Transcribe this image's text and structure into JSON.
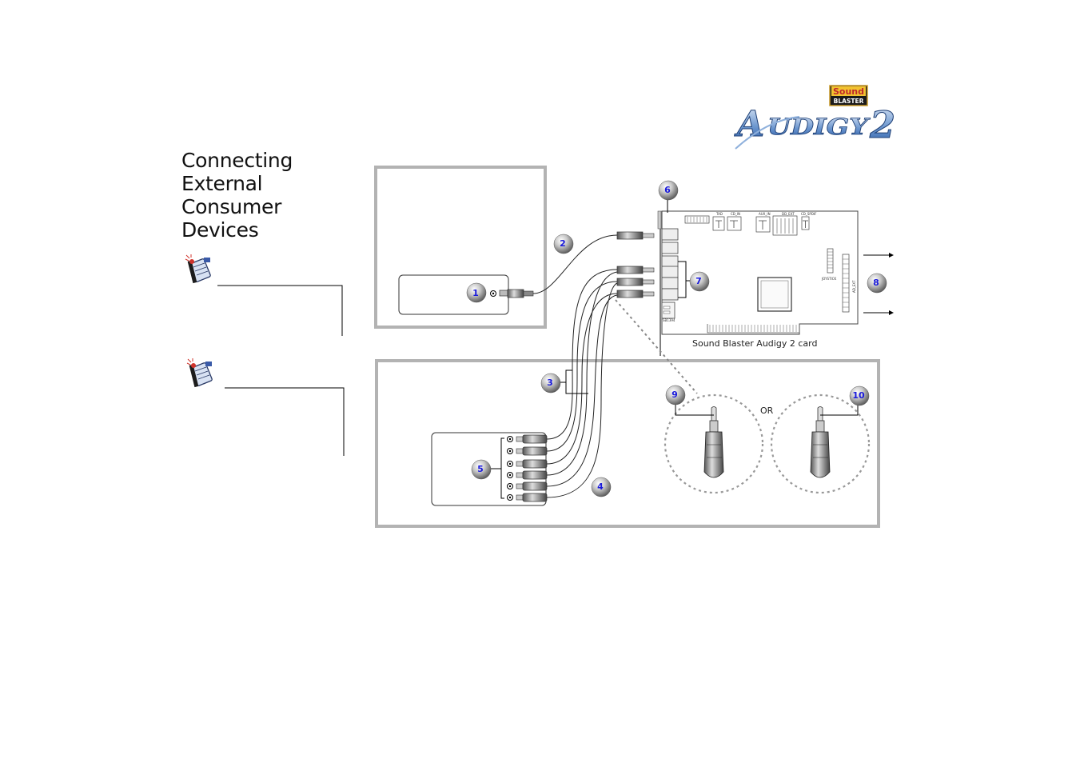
{
  "page": {
    "title_lines": [
      "Connecting",
      "External",
      "Consumer",
      "Devices"
    ]
  },
  "logo": {
    "brand_top": "Sound",
    "brand_bottom": "BLASTER",
    "product": "AUDIGY",
    "product_suffix": "2"
  },
  "diagram": {
    "card_caption": "Sound Blaster Audigy 2 card",
    "or_label": "OR",
    "callouts": [
      "1",
      "2",
      "3",
      "4",
      "5",
      "6",
      "7",
      "8",
      "9",
      "10"
    ],
    "board_labels": [
      "TAD",
      "CD_IN",
      "AUX_IN",
      "CD_SPDIF",
      "JOYSTICK",
      "AD_EXT",
      "SB1394"
    ]
  },
  "colors": {
    "frame_gray": "#b3b3b3",
    "callout_text": "#1a1adb",
    "callout_ball": "#7a7a7a",
    "logo_blue": "#4a7fc1"
  },
  "icons": {
    "note_icon": "notepad-with-pen-icon"
  }
}
